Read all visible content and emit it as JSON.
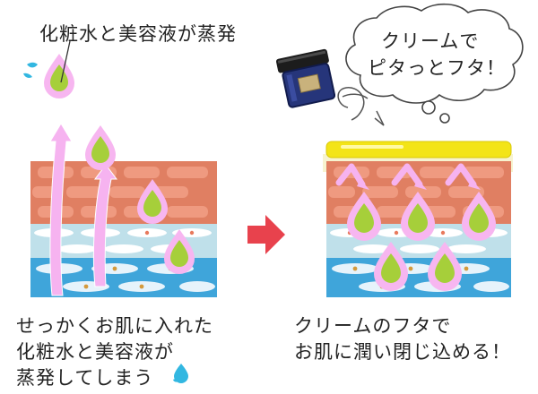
{
  "labels": {
    "evaporation_label": "化粧水と美容液が蒸発",
    "bubble_line1": "クリームで",
    "bubble_line2": "ピタっとフタ！",
    "caption_left": "せっかくお肌に入れた\n化粧水と美容液が\n蒸発してしまう",
    "caption_right": "クリームのフタで\nお肌に潤い閉じ込める！"
  },
  "colors": {
    "skin_top": "#e07f62",
    "skin_mid": "#bfe0ea",
    "skin_deep": "#3fa5da",
    "drop_outer": "#f7b6f0",
    "drop_inner": "#a6cf3a",
    "arrow_pink": "#f6b3f0",
    "arrow_red": "#e8424d",
    "cream_lid": "#f3e417",
    "jar": "#26357a",
    "sweat": "#32b7e1"
  }
}
